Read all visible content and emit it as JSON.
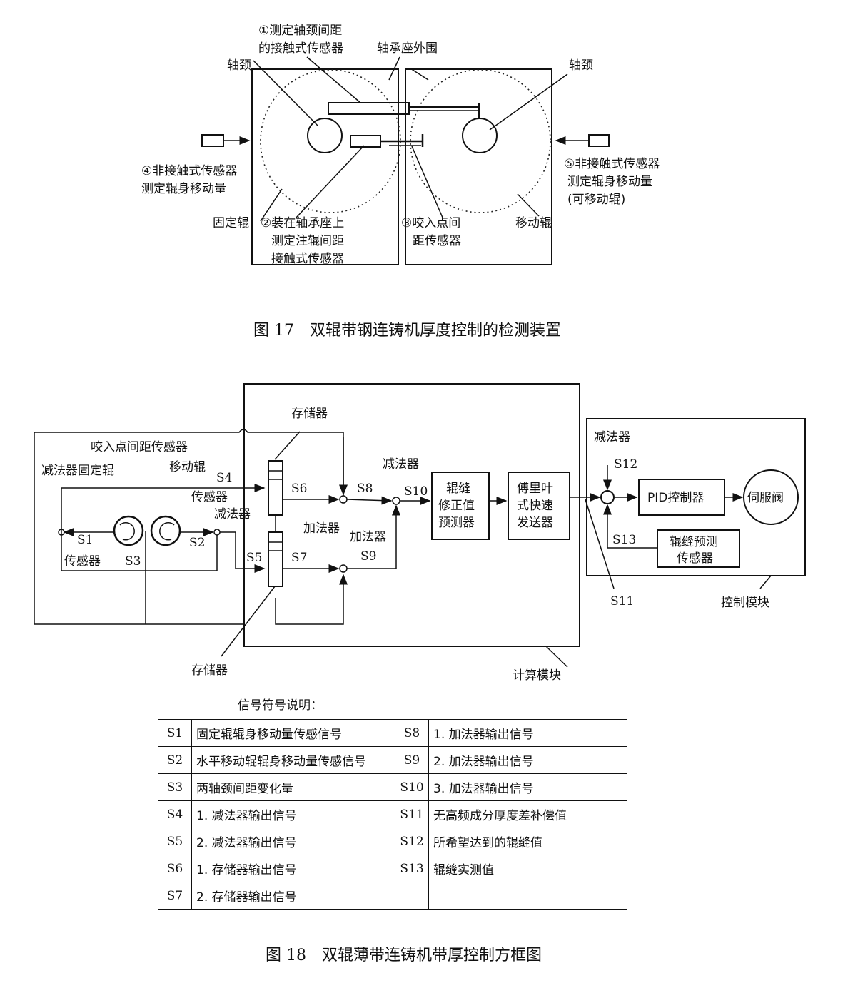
{
  "fig17": {
    "caption": "图 17　双辊带钢连铸机厚度控制的检测装置",
    "labels": {
      "sensor1_line1": "①测定轴颈间距",
      "sensor1_line2": "的接触式传感器",
      "housing": "轴承座外围",
      "journal_left": "轴颈",
      "journal_right": "轴颈",
      "sensor4_line1": "④非接触式传感器",
      "sensor4_line2": "测定辊身移动量",
      "sensor5_line1": "⑤非接触式传感器",
      "sensor5_line2": "测定辊身移动量",
      "sensor5_line3": "(可移动辊)",
      "fixed_roll": "固定辊",
      "sensor2_line1": "②装在轴承座上",
      "sensor2_line2": "测定注辊间距",
      "sensor2_line3": "接触式传感器",
      "sensor3_line1": "③咬入点间",
      "sensor3_line2": "距传感器",
      "moving_roll": "移动辊"
    }
  },
  "fig18": {
    "caption": "图 18　双辊薄带连铸机带厚控制方框图",
    "labels": {
      "memory_top": "存储器",
      "memory_bottom": "存储器",
      "nip_sensor": "咬入点间距传感器",
      "subtractor_fixed": "减法器固定辊",
      "moving_roll": "移动辊",
      "sensor_top": "传感器",
      "subtractor_mid": "减法器",
      "sensor_bottom": "传感器",
      "adder1": "加法器",
      "adder2": "加法器",
      "subtractor_right": "减法器",
      "subtractor_ctrl": "减法器",
      "gap_predictor_1": "辊缝",
      "gap_predictor_2": "修正值",
      "gap_predictor_3": "预测器",
      "fourier_1": "傅里叶",
      "fourier_2": "式快速",
      "fourier_3": "发送器",
      "pid": "PID控制器",
      "servo": "伺服阀",
      "gap_sensor_1": "辊缝预测",
      "gap_sensor_2": "传感器",
      "calc_module": "计算模块",
      "ctrl_module": "控制模块",
      "S1": "S1",
      "S2": "S2",
      "S3": "S3",
      "S4": "S4",
      "S5": "S5",
      "S6": "S6",
      "S7": "S7",
      "S8": "S8",
      "S9": "S9",
      "S10": "S10",
      "S11": "S11",
      "S12": "S12",
      "S13": "S13"
    },
    "legend_title": "信号符号说明：",
    "legend": [
      {
        "code": "S1",
        "desc": "固定辊辊身移动量传感信号",
        "code2": "S8",
        "desc2": "1. 加法器输出信号"
      },
      {
        "code": "S2",
        "desc": "水平移动辊辊身移动量传感信号",
        "code2": "S9",
        "desc2": "2. 加法器输出信号"
      },
      {
        "code": "S3",
        "desc": "两轴颈间距变化量",
        "code2": "S10",
        "desc2": "3. 加法器输出信号"
      },
      {
        "code": "S4",
        "desc": "1. 减法器输出信号",
        "code2": "S11",
        "desc2": "无高频成分厚度差补偿值"
      },
      {
        "code": "S5",
        "desc": "2. 减法器输出信号",
        "code2": "S12",
        "desc2": "所希望达到的辊缝值"
      },
      {
        "code": "S6",
        "desc": "1. 存储器输出信号",
        "code2": "S13",
        "desc2": "辊缝实测值"
      },
      {
        "code": "S7",
        "desc": "2. 存储器输出信号",
        "code2": "",
        "desc2": ""
      }
    ]
  }
}
